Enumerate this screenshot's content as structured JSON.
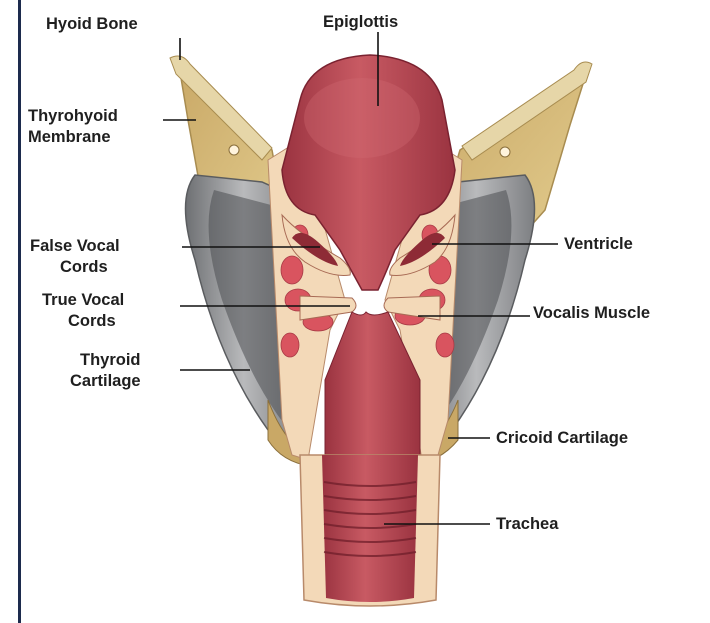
{
  "labels": {
    "hyoid_bone": "Hyoid Bone",
    "epiglottis": "Epiglottis",
    "thyrohyoid_membrane": [
      "Thyrohyoid",
      "Membrane"
    ],
    "false_vocal_cords": [
      "False Vocal",
      "Cords"
    ],
    "true_vocal_cords": [
      "True Vocal",
      "Cords"
    ],
    "thyroid_cartilage": [
      "Thyroid",
      "Cartilage"
    ],
    "ventricle": "Ventricle",
    "vocalis_muscle": "Vocalis Muscle",
    "cricoid_cartilage": "Cricoid Cartilage",
    "trachea": "Trachea"
  },
  "colors": {
    "bone": "#d9c07e",
    "cartilage_gray": "#8f9194",
    "mucosa": "#b8444f",
    "mucosa_dark": "#8e2b36",
    "tissue_light": "#f3d9b8",
    "muscle": "#d9545f",
    "leader_line": "#111111"
  }
}
